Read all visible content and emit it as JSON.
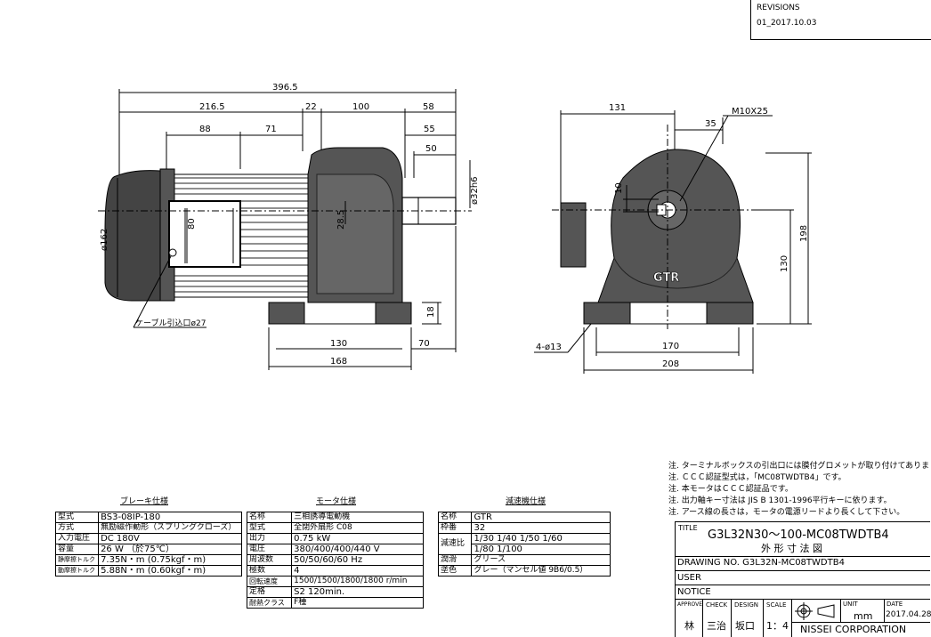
{
  "revisions": {
    "title": "REVISIONS",
    "entry": "01_2017.10.03"
  },
  "side_view": {
    "dims": {
      "overall": "396.5",
      "left": "216.5",
      "gap": "22",
      "mid": "100",
      "right": "58",
      "d88": "88",
      "d71": "71",
      "d55": "55",
      "d50": "50",
      "shaft_dia": "ø32h6",
      "body_dia": "ø162",
      "tb_height": "80",
      "center": "28.5",
      "foot_h": "18",
      "foot_130": "130",
      "foot_70": "70",
      "foot_168": "168"
    },
    "cable_note": "ケーブル引込口ø27"
  },
  "front_view": {
    "dims": {
      "w131": "131",
      "key": "M10X25",
      "d35": "35",
      "d10": "10",
      "h198": "198",
      "h130": "130",
      "w170": "170",
      "w208": "208",
      "holes": "4-ø13"
    },
    "logo": "GTR"
  },
  "brake_spec": {
    "title": "ブレーキ仕様",
    "rows": [
      [
        "型式",
        "BS3-08IP-180"
      ],
      [
        "方式",
        "無励磁作動形（スプリングクローズ）"
      ],
      [
        "入力電圧",
        "DC 180V"
      ],
      [
        "容量",
        "26 W （於75℃）"
      ],
      [
        "静摩擦トルク",
        "7.35N・m (0.75kgf・m)"
      ],
      [
        "動摩擦トルク",
        "5.88N・m (0.60kgf・m)"
      ]
    ]
  },
  "motor_spec": {
    "title": "モータ仕様",
    "rows": [
      [
        "名称",
        "三相誘導電動機"
      ],
      [
        "型式",
        "全閉外扇形 C08"
      ],
      [
        "出力",
        "0.75 kW"
      ],
      [
        "電圧",
        "380/400/400/440 V"
      ],
      [
        "周波数",
        "50/50/60/60 Hz"
      ],
      [
        "極数",
        "4"
      ],
      [
        "回転速度",
        "1500/1500/1800/1800 r/min"
      ],
      [
        "定格",
        "S2 120min."
      ],
      [
        "耐熱クラス",
        "F種"
      ]
    ]
  },
  "reducer_spec": {
    "title": "減速機仕様",
    "name_label": "名称",
    "name": "GTR",
    "frame_label": "枠番",
    "frame": "32",
    "ratio_label": "減速比",
    "ratio_1": "1/30 1/40 1/50 1/60",
    "ratio_2": "1/80 1/100",
    "lube_label": "潤滑",
    "lube": "グリース",
    "paint_label": "塗色",
    "paint": "グレー（マンセル値 9B6/0.5）"
  },
  "notes": [
    "注. ターミナルボックスの引出口には膜付グロメットが取り付けてあります。",
    "注. ＣＣＣ認証型式は，「MC08TWDTB4」です。",
    "注. 本モータはＣＣＣ認証品です。",
    "注. 出力軸キー寸法は JIS B 1301-1996平行キーに依ります。",
    "注. アース線の長さは，モータの電源リードより長くして下さい。"
  ],
  "title_block": {
    "title_label": "TITLE",
    "title": "G3L32N30～100-MC08TWDTB4",
    "subtitle": "外 形 寸 法 図",
    "drawing_no": "DRAWING NO. G3L32N-MC08TWDTB4",
    "user": "USER",
    "notice": "NOTICE",
    "approve_label": "APPROVE",
    "check_label": "CHECK",
    "design_label": "DESIGN",
    "scale_label": "SCALE",
    "approve": "林",
    "check": "三治",
    "design": "坂口",
    "scale": "1：4",
    "unit_label": "UNIT",
    "unit": "mm",
    "date_label": "DATE",
    "date": "2017.04.28",
    "company": "NISSEI CORPORATION"
  }
}
